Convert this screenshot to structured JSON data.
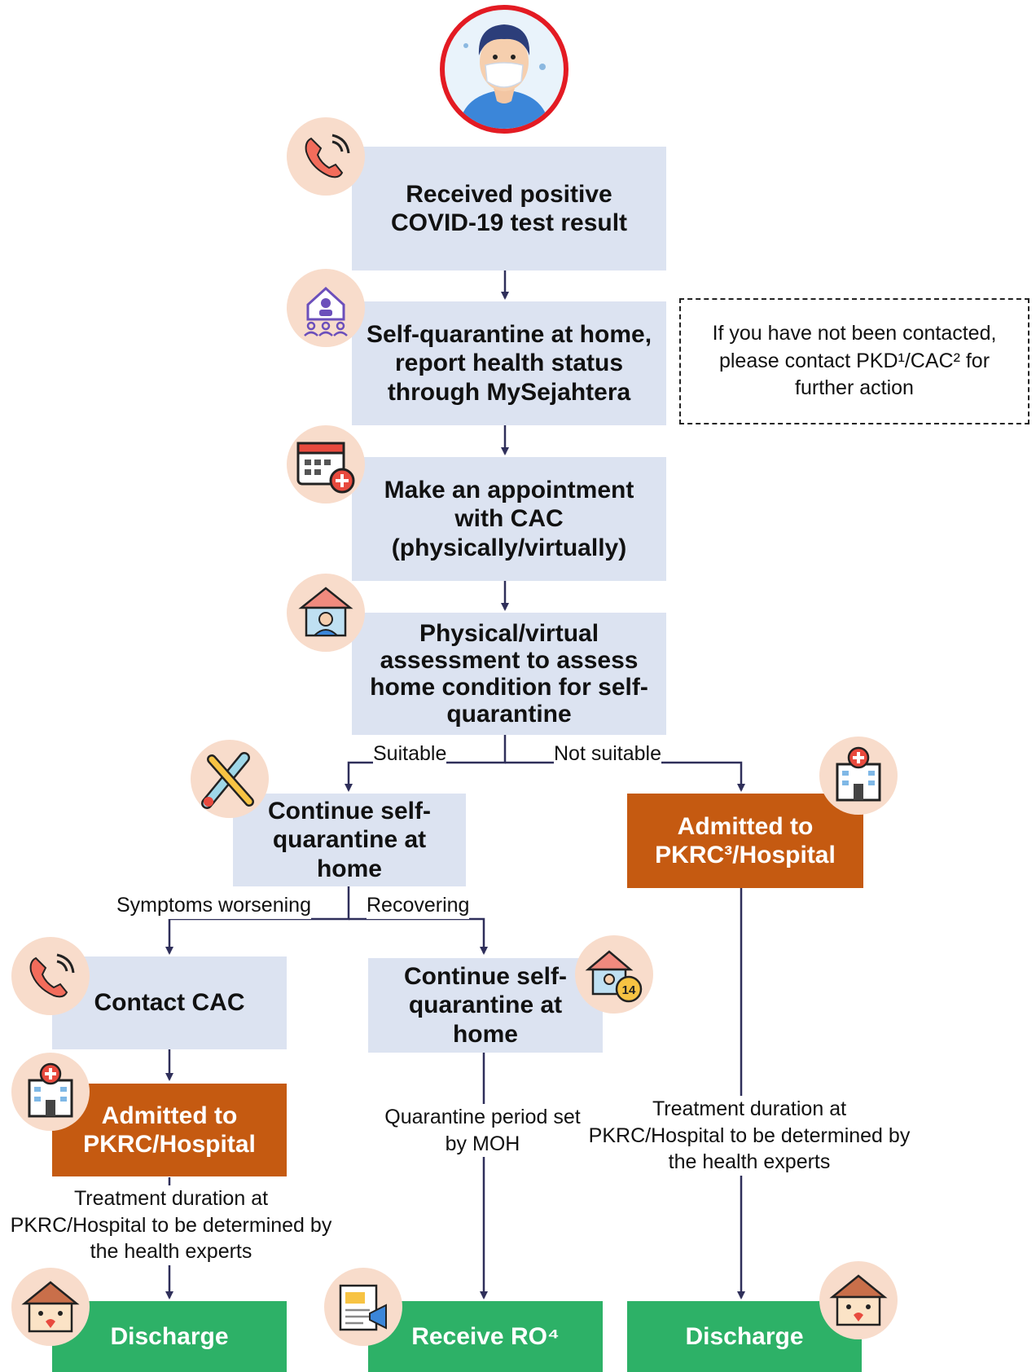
{
  "steps": {
    "received": "Received positive COVID-19 test result",
    "self_quarantine": "Self-quarantine at home, report health status through MySejahtera",
    "appointment": "Make an appointment with CAC (physically/virtually)",
    "assessment": "Physical/virtual assessment to assess home condition for self-quarantine",
    "continue_1": "Continue self-quarantine at home",
    "admitted_1": "Admitted to PKRC³/Hospital",
    "contact_cac": "Contact CAC",
    "continue_2": "Continue self-quarantine at home",
    "admitted_2": "Admitted to PKRC/Hospital",
    "discharge_1": "Discharge",
    "receive_ro": "Receive RO⁴",
    "discharge_2": "Discharge"
  },
  "branches": {
    "suitable": "Suitable",
    "not_suitable": "Not suitable",
    "worsening": "Symptoms worsening",
    "recovering": "Recovering"
  },
  "notes": {
    "contact": "If you have not been contacted, please contact PKD¹/CAC² for further action",
    "quarantine_period": "Quarantine period set by MOH",
    "treatment_1": "Treatment duration at PKRC/Hospital to be determined by the health experts",
    "treatment_2": "Treatment duration at PKRC/Hospital to be determined by the health experts"
  },
  "icons": [
    "masked-person-icon",
    "phone-icon",
    "home-family-icon",
    "calendar-plus-icon",
    "house-person-icon",
    "thermometer-icon",
    "hospital-icon",
    "phone-icon",
    "house-14-icon",
    "hospital-icon",
    "happy-house-icon",
    "release-order-icon",
    "happy-house-icon"
  ],
  "colors": {
    "step": "#dce3f1",
    "admitted": "#c55a11",
    "final": "#2db167",
    "icon_bg": "#f8dccb",
    "arrow": "#2f2f5a"
  }
}
